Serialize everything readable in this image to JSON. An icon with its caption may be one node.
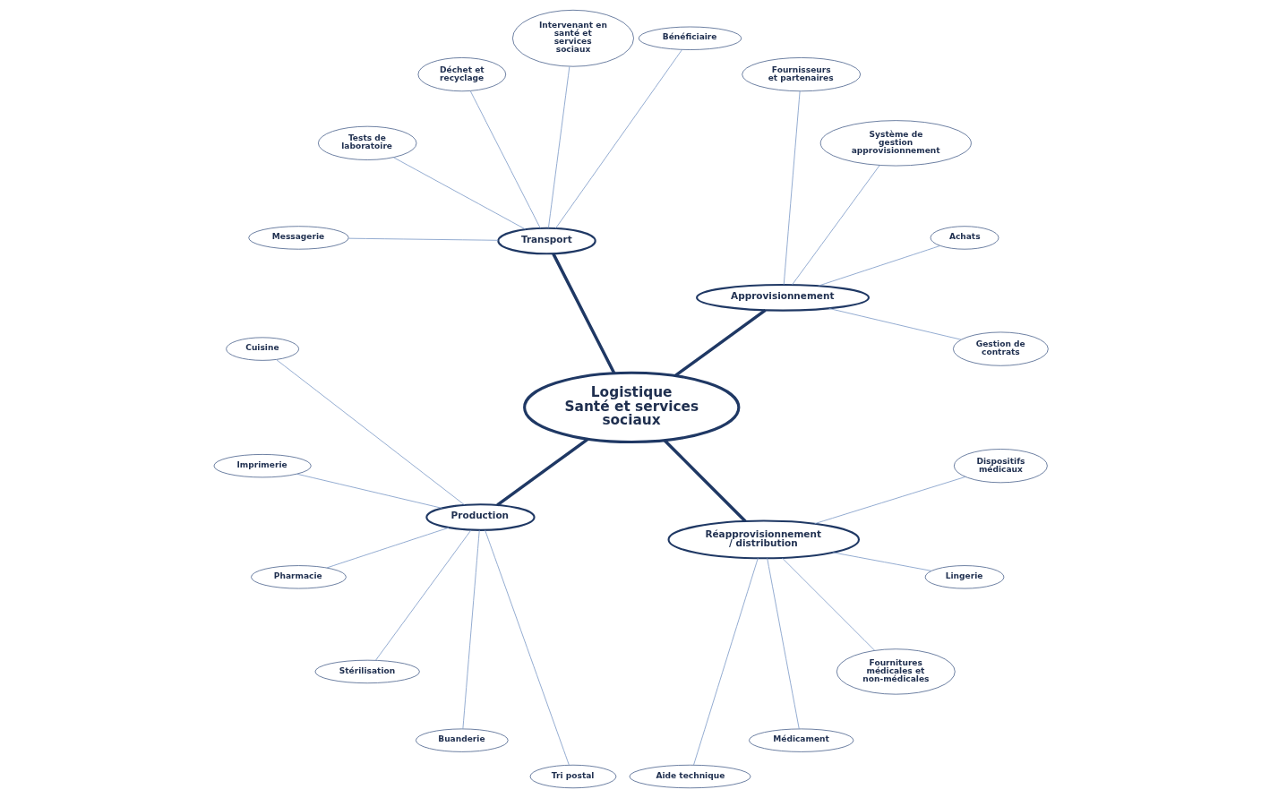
{
  "diagram": {
    "nodes": [
      {
        "text": [
          "Logistique",
          "Santé et services sociaux"
        ]
      },
      {
        "text": [
          "Approvisionnement"
        ]
      },
      {
        "text": [
          "Gestion de contrats"
        ]
      },
      {
        "text": [
          "Achats"
        ]
      },
      {
        "text": [
          "Système de gestion approvisionnement"
        ]
      },
      {
        "text": [
          "Fournisseurs et partenaires"
        ]
      },
      {
        "text": [
          "Transport"
        ]
      },
      {
        "text": [
          "Bénéficiaire"
        ]
      },
      {
        "text": [
          "Intervenant en santé et services sociaux"
        ]
      },
      {
        "text": [
          "Déchet et recyclage"
        ]
      },
      {
        "text": [
          "Tests de laboratoire"
        ]
      },
      {
        "text": [
          "Messagerie"
        ]
      },
      {
        "text": [
          "Production"
        ]
      },
      {
        "text": [
          "Cuisine"
        ]
      },
      {
        "text": [
          "Imprimerie"
        ]
      },
      {
        "text": [
          "Pharmacie"
        ]
      },
      {
        "text": [
          "Stérilisation"
        ]
      },
      {
        "text": [
          "Buanderie"
        ]
      },
      {
        "text": [
          "Tri postal"
        ]
      },
      {
        "text": [
          "Réapprovisionnement / distribution"
        ]
      },
      {
        "text": [
          "Aide technique"
        ]
      },
      {
        "text": [
          "Médicament"
        ]
      },
      {
        "text": [
          "Fournitures médicales et non-médicales"
        ]
      },
      {
        "text": [
          "Lingerie"
        ]
      },
      {
        "text": [
          "Dispositifs médicaux"
        ]
      }
    ],
    "edges": [
      {
        "from": 0,
        "to": 1,
        "arrow": "none",
        "style": "thick",
        "color": "#1f3864"
      },
      {
        "from": 1,
        "to": 2,
        "arrow": "none"
      },
      {
        "from": 1,
        "to": 3,
        "arrow": "none"
      },
      {
        "from": 1,
        "to": 4,
        "arrow": "none"
      },
      {
        "from": 1,
        "to": 5,
        "arrow": "none"
      },
      {
        "from": 0,
        "to": 6,
        "arrow": "none",
        "style": "thick",
        "color": "#1f3864"
      },
      {
        "from": 6,
        "to": 7,
        "arrow": "none"
      },
      {
        "from": 6,
        "to": 8,
        "arrow": "none"
      },
      {
        "from": 6,
        "to": 9,
        "arrow": "none"
      },
      {
        "from": 6,
        "to": 10,
        "arrow": "none"
      },
      {
        "from": 6,
        "to": 11,
        "arrow": "none"
      },
      {
        "from": 0,
        "to": 12,
        "arrow": "none",
        "style": "thick",
        "color": "#1f3864"
      },
      {
        "from": 12,
        "to": 13,
        "arrow": "none"
      },
      {
        "from": 12,
        "to": 14,
        "arrow": "none"
      },
      {
        "from": 12,
        "to": 15,
        "arrow": "none"
      },
      {
        "from": 12,
        "to": 16,
        "arrow": "none"
      },
      {
        "from": 12,
        "to": 17,
        "arrow": "none"
      },
      {
        "from": 12,
        "to": 18,
        "arrow": "none"
      },
      {
        "from": 0,
        "to": 19,
        "arrow": "none",
        "style": "thick",
        "color": "#1f3864"
      },
      {
        "from": 19,
        "to": 20,
        "arrow": "none"
      },
      {
        "from": 19,
        "to": 21,
        "arrow": "none"
      },
      {
        "from": 19,
        "to": 22,
        "arrow": "none"
      },
      {
        "from": 19,
        "to": 23,
        "arrow": "none"
      },
      {
        "from": 19,
        "to": 24,
        "arrow": "none"
      }
    ]
  }
}
